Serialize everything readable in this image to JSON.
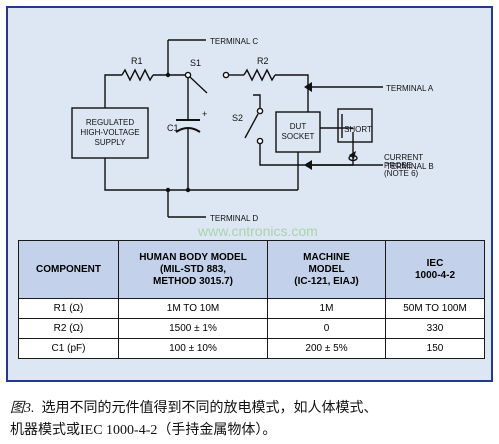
{
  "schematic": {
    "labels": {
      "r1": "R1",
      "r2": "R2",
      "s1": "S1",
      "s2": "S2",
      "c1": "C1",
      "plus": "+",
      "terminal_c": "TERMINAL C",
      "terminal_a": "TERMINAL A",
      "terminal_b": "TERMINAL B",
      "terminal_d": "TERMINAL D",
      "supply": [
        "REGULATED",
        "HIGH-VOLTAGE",
        "SUPPLY"
      ],
      "dut": [
        "DUT",
        "SOCKET"
      ],
      "short": "SHORT",
      "probe": [
        "CURRENT",
        "PROBE",
        "(NOTE 6)"
      ]
    }
  },
  "watermark": "www.cntronics.com",
  "table": {
    "headers": [
      [
        "COMPONENT"
      ],
      [
        "HUMAN BODY MODEL",
        "(MIL-STD 883,",
        "METHOD 3015.7)"
      ],
      [
        "MACHINE",
        "MODEL",
        "(IC-121, EIAJ)"
      ],
      [
        "IEC",
        "1000-4-2"
      ]
    ],
    "rows": [
      [
        "R1 (Ω)",
        "1M TO 10M",
        "1M",
        "50M TO 100M"
      ],
      [
        "R2 (Ω)",
        "1500 ± 1%",
        "0",
        "330"
      ],
      [
        "C1 (pF)",
        "100 ± 10%",
        "200 ± 5%",
        "150"
      ]
    ]
  },
  "caption": {
    "figure_number": "图3.",
    "line1": "选用不同的元件值得到不同的放电模式，如人体模式、",
    "line2": "机器模式或IEC 1000-4-2（手持金属物体）。"
  }
}
